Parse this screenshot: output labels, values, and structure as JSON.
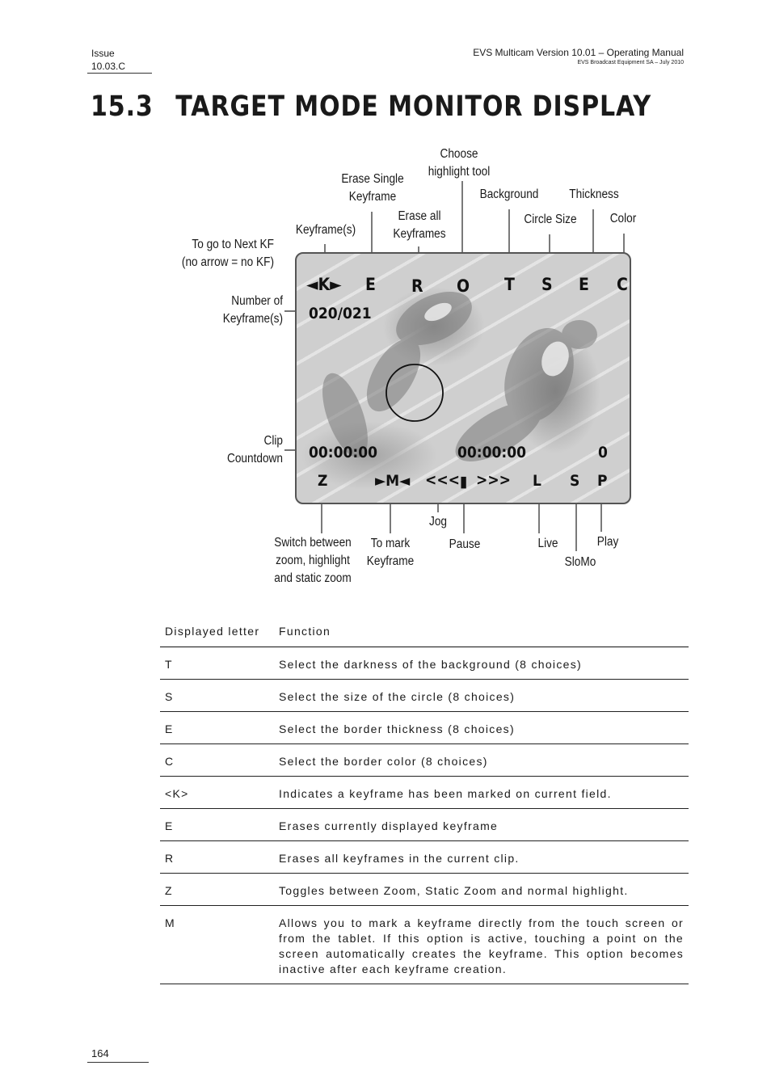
{
  "header": {
    "issue_label": "Issue",
    "issue_number": "10.03.C",
    "manual_title": "EVS Multicam Version 10.01 – Operating Manual",
    "company_line": "EVS Broadcast Equipment SA – July 2010"
  },
  "section": {
    "number": "15.3",
    "title": "TARGET MODE MONITOR DISPLAY"
  },
  "figure": {
    "labels": {
      "choose_highlight": [
        "Choose",
        "highlight tool"
      ],
      "erase_single": [
        "Erase Single",
        "Keyframe"
      ],
      "background": "Background",
      "thickness": "Thickness",
      "erase_all": [
        "Erase all",
        "Keyframes"
      ],
      "circle_size": "Circle Size",
      "color": "Color",
      "keyframes": "Keyframe(s)",
      "next_kf": [
        "To go to Next KF",
        "(no arrow = no KF)"
      ],
      "number_kf": [
        "Number of",
        "Keyframe(s)"
      ],
      "clip_countdown": [
        "Clip",
        "Countdown"
      ],
      "jog": "Jog",
      "switch_zoom": [
        "Switch between",
        "zoom, highlight",
        "and static zoom"
      ],
      "to_mark": [
        "To mark",
        "Keyframe"
      ],
      "pause": "Pause",
      "live": "Live",
      "play": "Play",
      "slomo": "SloMo"
    },
    "monitor": {
      "top_row": {
        "k": "◄K►",
        "e1": "E",
        "r": "R",
        "o": "O",
        "t": "T",
        "s": "S",
        "e2": "E",
        "c": "C"
      },
      "keyframe_count": "020/021",
      "timecode_left": "00:00:00",
      "timecode_right": "00:00:00",
      "counter": "0",
      "bottom_row": {
        "z": "Z",
        "m": "►M◄",
        "jog_back": "<<<",
        "pause": "▮",
        "jog_fwd": ">>>",
        "l": "L",
        "s": "S",
        "p": "P"
      }
    }
  },
  "table": {
    "headers": [
      "Displayed letter",
      "Function"
    ],
    "rows": [
      [
        "T",
        "Select the darkness of the background (8 choices)"
      ],
      [
        "S",
        "Select the size of the circle (8 choices)"
      ],
      [
        "E",
        "Select the border thickness (8 choices)"
      ],
      [
        "C",
        "Select the border color (8 choices)"
      ],
      [
        "<K>",
        "Indicates a keyframe has been marked on current field."
      ],
      [
        "E",
        "Erases currently displayed keyframe"
      ],
      [
        "R",
        "Erases all keyframes in the current clip."
      ],
      [
        "Z",
        "Toggles between Zoom, Static Zoom and normal highlight."
      ],
      [
        "M",
        "Allows you to mark a keyframe directly from the touch screen or from the tablet. If this option is active, touching a point on the screen automatically creates the keyframe. This option becomes inactive after each keyframe creation."
      ]
    ]
  },
  "footer": {
    "page_number": "164"
  }
}
